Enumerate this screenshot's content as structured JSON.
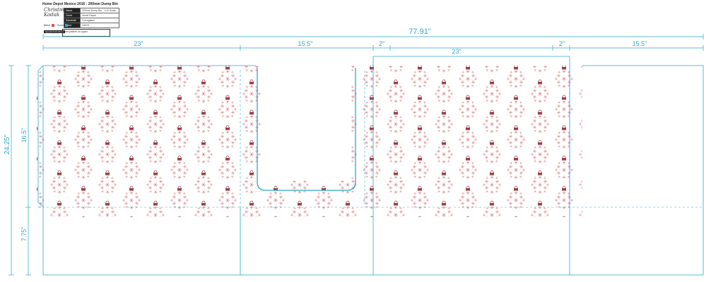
{
  "header": {
    "title": "Home Depot Mexico 2016 : 200mm Dump Bin",
    "logo_text": "Christmas Kodak",
    "spec_rows": [
      {
        "key": "Name",
        "value": "200mm Dump Bin - 1:10 Scale"
      },
      {
        "key": "Client",
        "value": "Home Depot"
      },
      {
        "key": "Substrate",
        "value": "Corrugated"
      },
      {
        "key": "Color",
        "value": "CMYK"
      }
    ],
    "legend": [
      {
        "label": "Bleed",
        "color": "#d9534f"
      },
      {
        "label": "Score",
        "color": "#2aa9c9"
      }
    ],
    "note_label": "Special Instructions",
    "note_text": "Print pattern on upper"
  },
  "dimensions": {
    "total": "77.91\"",
    "panels": [
      "23\"",
      "15.5\"",
      "2\"",
      "23\"",
      "2\"",
      "15.5\""
    ],
    "side_total": "24.25\"",
    "upper": "16.5\"",
    "lower": "7.75\""
  },
  "colors": {
    "dieline": "#2aa9c9",
    "ornament": "#d0606a",
    "ornament_cap": "#9a3e48",
    "text": "#2aa9c9"
  }
}
